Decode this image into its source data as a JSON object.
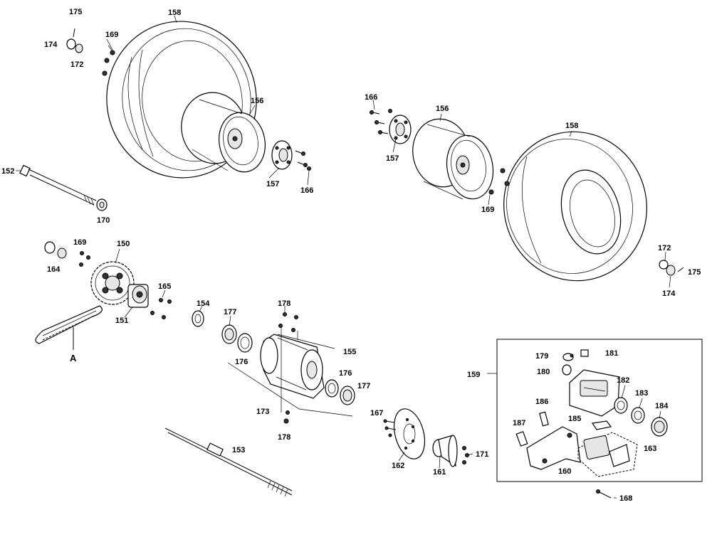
{
  "labels": {
    "l175a": "175",
    "l174a": "174",
    "l172a": "172",
    "l169a": "169",
    "l158a": "158",
    "l156a": "156",
    "l157a": "157",
    "l166a": "166",
    "l152": "152",
    "l170": "170",
    "l166b": "166",
    "l157b": "157",
    "l156b": "156",
    "l158b": "158",
    "l169b": "169",
    "l172b": "172",
    "l175b": "175",
    "l174b": "174",
    "l164": "164",
    "l169c": "169",
    "l150": "150",
    "l165": "165",
    "l151": "151",
    "lA": "A",
    "l154": "154",
    "l177a": "177",
    "l178a": "178",
    "l155": "155",
    "l176a": "176",
    "l176b": "176",
    "l177b": "177",
    "l173": "173",
    "l178b": "178",
    "l153": "153",
    "l167": "167",
    "l162": "162",
    "l161": "161",
    "l171": "171",
    "l159": "159",
    "l179": "179",
    "l181": "181",
    "l180": "180",
    "l182": "182",
    "l183": "183",
    "l184": "184",
    "l186": "186",
    "l185": "185",
    "l187": "187",
    "l163": "163",
    "l160": "160",
    "l168": "168"
  }
}
